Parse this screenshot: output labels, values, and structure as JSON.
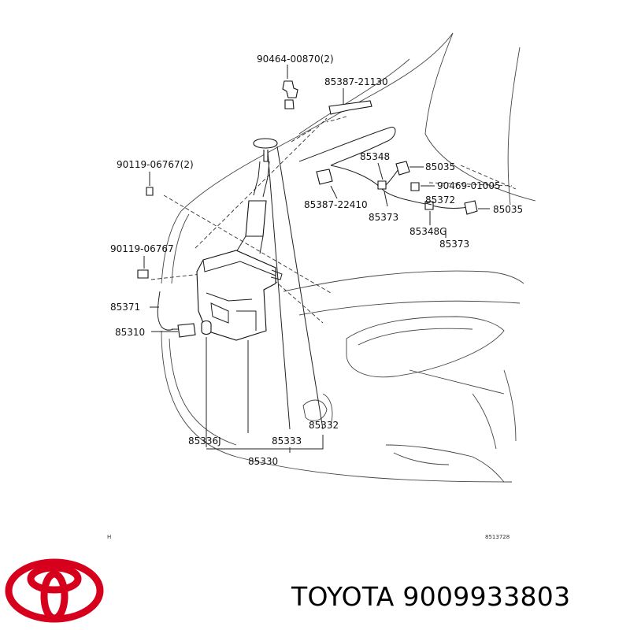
{
  "diagram": {
    "part_labels": {
      "p90464": "90464-00870(2)",
      "p85387_21130": "85387-21130",
      "p90119_2": "90119-06767(2)",
      "p85348": "85348",
      "p85035_a": "85035",
      "p90469": "90469-01005",
      "p85372": "85372",
      "p85387_22410": "85387-22410",
      "p85373_a": "85373",
      "p85035_b": "85035",
      "p85348G": "85348G",
      "p85373_b": "85373",
      "p90119": "90119-06767",
      "p85371": "85371",
      "p85310": "85310",
      "p85332": "85332",
      "p85336J": "85336J",
      "p85333": "85333",
      "p85330": "85330"
    },
    "corner_mark": "H",
    "figure_code": "8513728"
  },
  "footer": {
    "brand_text": "TOYOTA 9009933803",
    "logo_color": "#d6001c"
  }
}
